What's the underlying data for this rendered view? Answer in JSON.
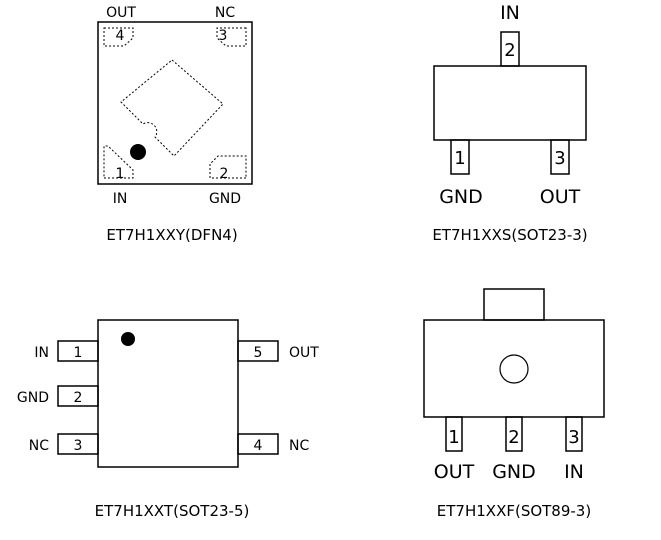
{
  "dfn4": {
    "caption": "ET7H1XXY(DFN4)",
    "pins": {
      "out": {
        "name": "OUT",
        "number": "4"
      },
      "nc": {
        "name": "NC",
        "number": "3"
      },
      "in": {
        "name": "IN",
        "number": "1"
      },
      "gnd": {
        "name": "GND",
        "number": "2"
      }
    }
  },
  "sot23_3": {
    "caption": "ET7H1XXS(SOT23-3)",
    "pins": {
      "in": {
        "name": "IN",
        "number": "2"
      },
      "gnd": {
        "name": "GND",
        "number": "1"
      },
      "out": {
        "name": "OUT",
        "number": "3"
      }
    }
  },
  "sot23_5": {
    "caption": "ET7H1XXT(SOT23-5)",
    "pins": {
      "in": {
        "name": "IN",
        "number": "1"
      },
      "gnd": {
        "name": "GND",
        "number": "2"
      },
      "nc_left": {
        "name": "NC",
        "number": "3"
      },
      "out": {
        "name": "OUT",
        "number": "5"
      },
      "nc_right": {
        "name": "NC",
        "number": "4"
      }
    }
  },
  "sot89_3": {
    "caption": "ET7H1XXF(SOT89-3)",
    "pins": {
      "out": {
        "name": "OUT",
        "number": "1"
      },
      "gnd": {
        "name": "GND",
        "number": "2"
      },
      "in": {
        "name": "IN",
        "number": "3"
      }
    }
  }
}
